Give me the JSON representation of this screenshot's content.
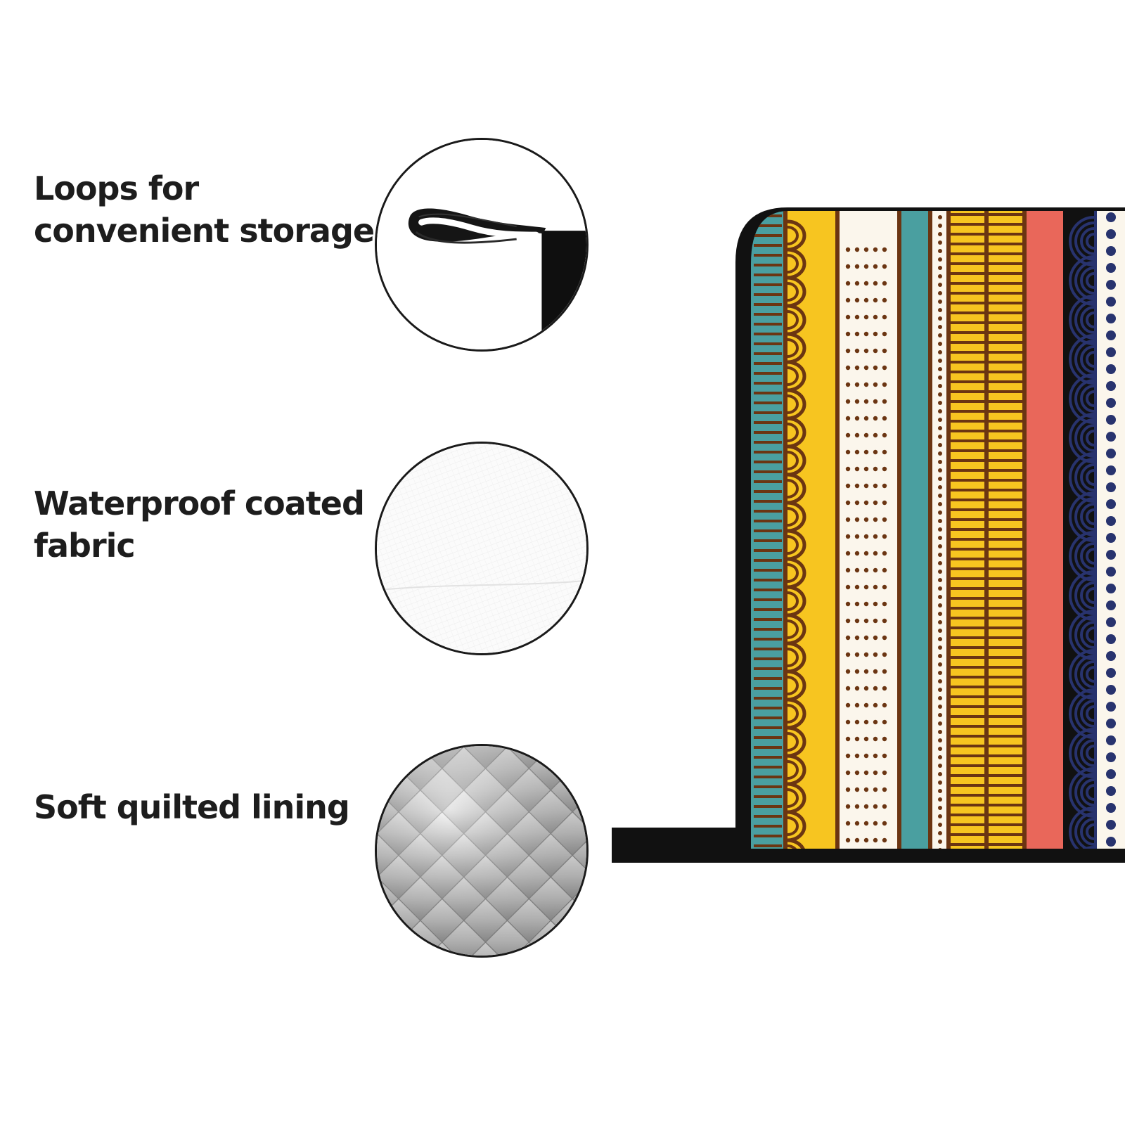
{
  "features": [
    {
      "id": "loop",
      "label_lines": [
        "Loops for",
        "convenient storage"
      ],
      "image_icon": "hanging-loop-closeup"
    },
    {
      "id": "fabric",
      "label_lines": [
        "Waterproof coated",
        "fabric"
      ],
      "image_icon": "coated-fabric-closeup"
    },
    {
      "id": "lining",
      "label_lines": [
        "Soft quilted lining"
      ],
      "image_icon": "quilted-lining-closeup"
    }
  ],
  "product": {
    "icon": "pot-holder-pattern",
    "colors": {
      "binding": "#111111",
      "teal": "#4a9fa0",
      "yellow": "#f7c520",
      "cream": "#fbf6ec",
      "coral": "#e9675a",
      "brown": "#6b3512",
      "navy": "#28336e"
    }
  }
}
